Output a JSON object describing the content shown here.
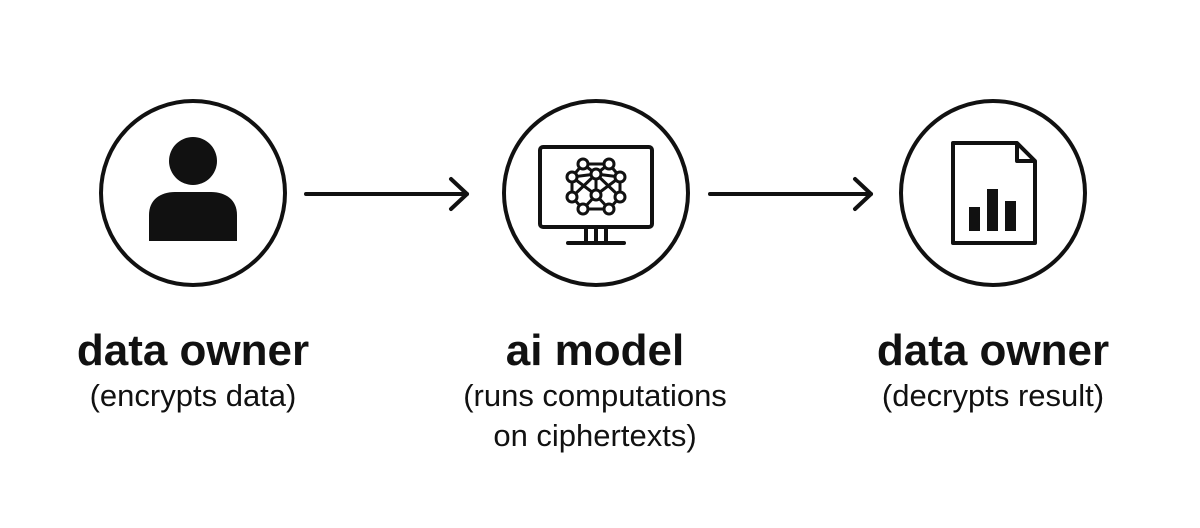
{
  "nodes": [
    {
      "title": "data owner",
      "subtitle": "(encrypts data)",
      "icon": "person-icon"
    },
    {
      "title": "ai model",
      "subtitle_lines": [
        "(runs computations",
        "on ciphertexts)"
      ],
      "icon": "monitor-neural-network-icon"
    },
    {
      "title": "data owner",
      "subtitle": "(decrypts result)",
      "icon": "document-bar-chart-icon"
    }
  ],
  "arrows": [
    "right-arrow-icon",
    "right-arrow-icon"
  ],
  "colors": {
    "foreground": "#111111",
    "background": "#ffffff"
  }
}
